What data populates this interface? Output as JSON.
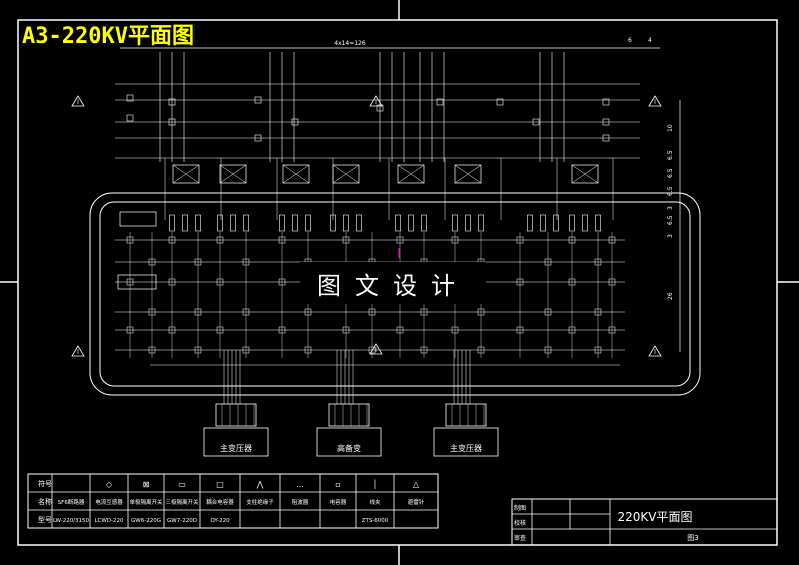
{
  "title": "A3-220KV平面图",
  "watermark": "图文设计",
  "top_dimension": "4x14=126",
  "top_right_dims": [
    "6",
    "4"
  ],
  "right_dims": [
    "10",
    "6.5",
    "6.5",
    "6.5",
    "3",
    "6.5",
    "3",
    "26"
  ],
  "transformers": [
    {
      "label": "主变压器"
    },
    {
      "label": "高备变"
    },
    {
      "label": "主变压器"
    }
  ],
  "legend": {
    "rows": [
      {
        "header": "符号",
        "cells": [
          "",
          "",
          "",
          "",
          "",
          "",
          "",
          "",
          "",
          ""
        ]
      },
      {
        "header": "名称",
        "cells": [
          "SF6断路器",
          "电流互感器",
          "单极隔离开关",
          "三极隔离开关",
          "耦合电容器",
          "支柱绝缘子",
          "阻波器",
          "电容器",
          "线夹",
          "避雷针"
        ]
      },
      {
        "header": "型号",
        "cells": [
          "LW-220/3150",
          "LCWD-220",
          "GW6-220G",
          "GW7-220D",
          "OY-220",
          "",
          "",
          "",
          "ZTS-6000",
          ""
        ]
      }
    ],
    "symbols": [
      "◇",
      "⊠",
      "▭",
      "□",
      "⋀",
      "...",
      "▫",
      "│",
      "△"
    ]
  },
  "title_block": {
    "left_labels": [
      "制图",
      "校核",
      "审查"
    ],
    "drawing_name": "220KV平面图",
    "sheet": "图3"
  },
  "colors": {
    "background": "#000000",
    "lines": "#ffffff",
    "title": "#ffff00",
    "accent": "#ff00ff"
  }
}
